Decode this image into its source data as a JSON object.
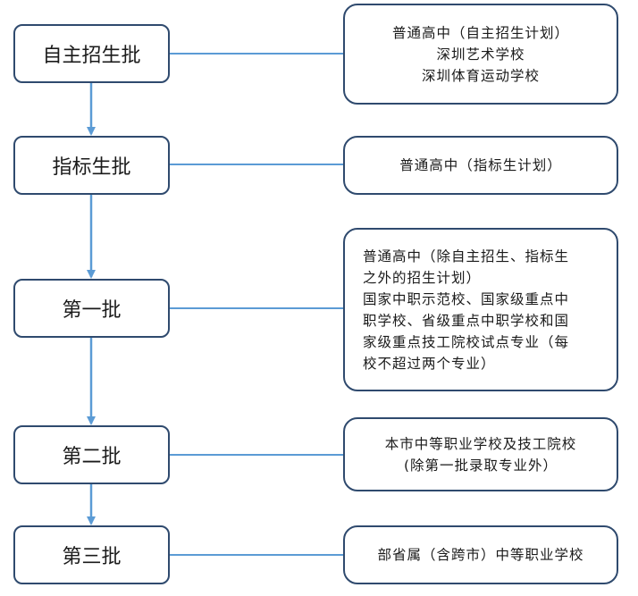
{
  "batches": [
    {
      "label": "自主招生批",
      "lines": [
        "普通高中（自主招生计划）",
        "深圳艺术学校",
        "深圳体育运动学校"
      ]
    },
    {
      "label": "指标生批",
      "lines": [
        "普通高中（指标生计划）"
      ]
    },
    {
      "label": "第一批",
      "lines": [
        "普通高中（除自主招生、指标生",
        "之外的招生计划）",
        "国家中职示范校、国家级重点中",
        "职学校、省级重点中职学校和国",
        "家级重点技工院校试点专业（每",
        "校不超过两个专业）"
      ]
    },
    {
      "label": "第二批",
      "lines": [
        "本市中等职业学校及技工院校",
        "(除第一批录取专业外）"
      ]
    },
    {
      "label": "第三批",
      "lines": [
        "部省属（含跨市）中等职业学校"
      ]
    }
  ],
  "colors": {
    "border": "#2f4a6e",
    "connector": "#5b9bd5"
  }
}
